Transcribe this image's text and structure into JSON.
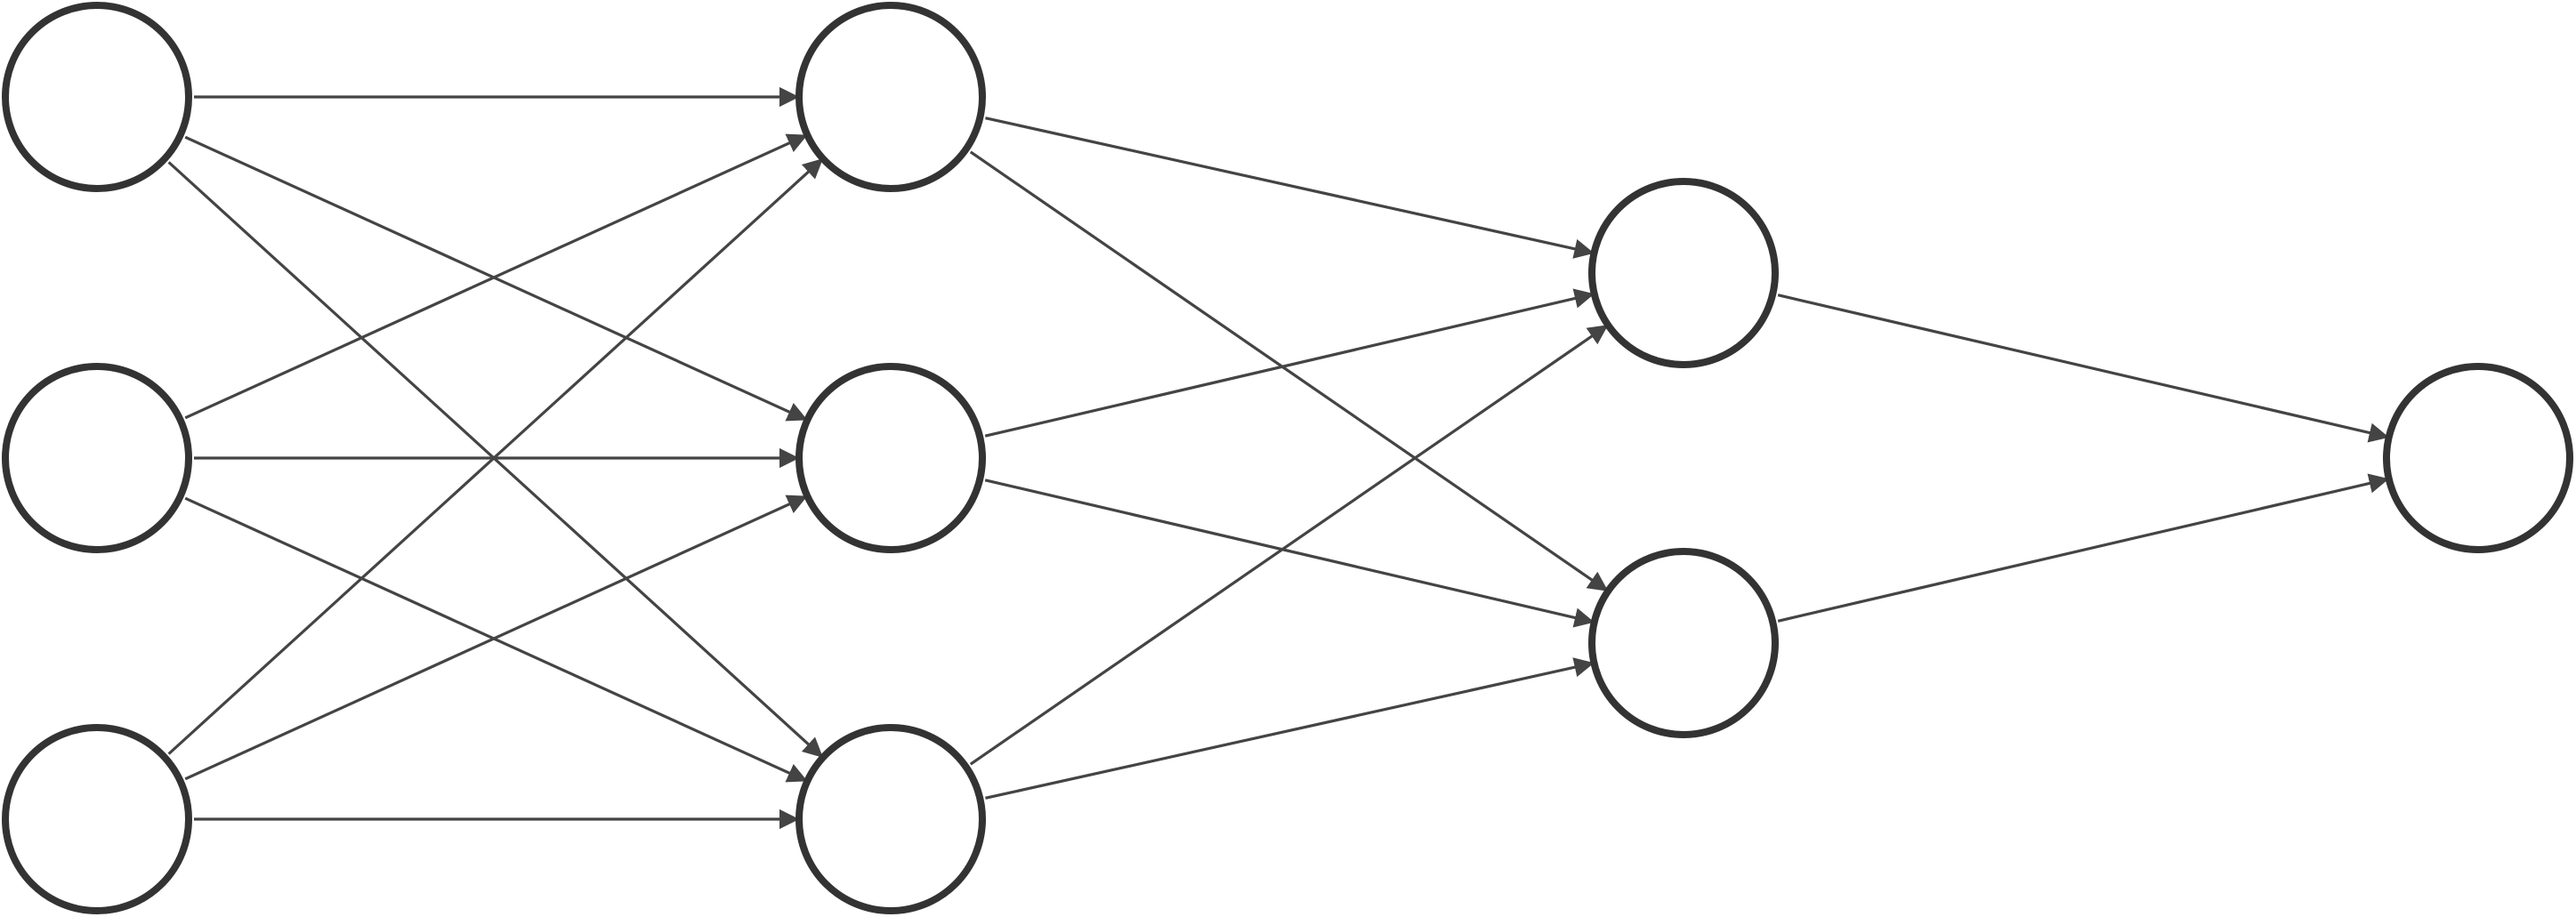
{
  "diagram": {
    "type": "neural-network",
    "layers": [
      {
        "size": 3
      },
      {
        "size": 3
      },
      {
        "size": 2
      },
      {
        "size": 1
      }
    ],
    "connectivity": "fully-connected",
    "directed": true,
    "colors": {
      "node_fill": "#ffffff",
      "node_stroke": "#333333",
      "edge": "#444444",
      "background": "#ffffff"
    }
  }
}
